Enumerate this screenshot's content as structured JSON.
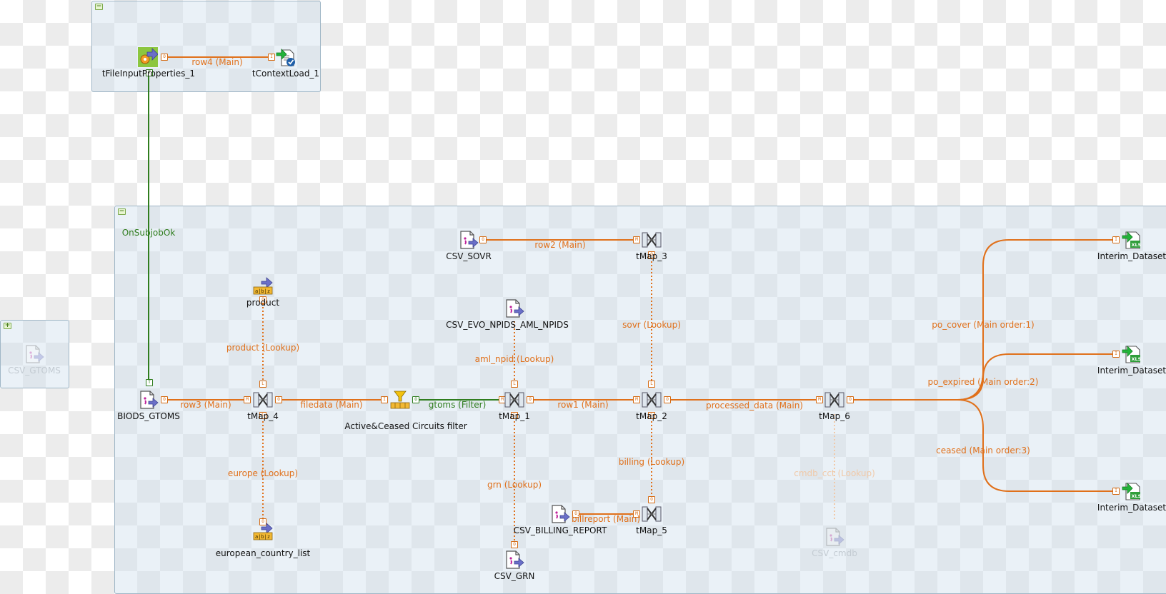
{
  "subjobs": {
    "top": {
      "toggle": "−"
    },
    "main": {
      "toggle": "−"
    },
    "left": {
      "toggle": "+"
    }
  },
  "colors": {
    "main_link": "#e0701a",
    "trigger_link": "#2f7d1e",
    "subjob_border": "#9fb6c6"
  },
  "components": {
    "tFileInputProperties_1": {
      "label": "tFileInputProperties_1",
      "icon": "file-input-properties-icon"
    },
    "tContextLoad_1": {
      "label": "tContextLoad_1",
      "icon": "context-load-icon"
    },
    "CSV_GTOMS": {
      "label": "CSV_GTOMS",
      "icon": "csv-input-icon"
    },
    "BIODS_GTOMS": {
      "label": "BIODS_GTOMS",
      "icon": "csv-input-icon"
    },
    "product": {
      "label": "product",
      "icon": "fixed-flow-input-icon"
    },
    "european_country_list": {
      "label": "european_country_list",
      "icon": "fixed-flow-input-icon"
    },
    "tMap_4": {
      "label": "tMap_4",
      "icon": "tmap-icon"
    },
    "filter": {
      "label": "Active&Ceased Circuits filter",
      "icon": "filter-icon"
    },
    "CSV_SOVR": {
      "label": "CSV_SOVR",
      "icon": "csv-input-icon"
    },
    "CSV_EVO": {
      "label": "CSV_EVO_NPIDS_AML_NPIDS",
      "icon": "csv-input-icon"
    },
    "tMap_1": {
      "label": "tMap_1",
      "icon": "tmap-icon"
    },
    "CSV_GRN": {
      "label": "CSV_GRN",
      "icon": "csv-input-icon"
    },
    "tMap_3": {
      "label": "tMap_3",
      "icon": "tmap-icon"
    },
    "tMap_2": {
      "label": "tMap_2",
      "icon": "tmap-icon"
    },
    "tMap_5": {
      "label": "tMap_5",
      "icon": "tmap-icon"
    },
    "CSV_BILLING_REPORT": {
      "label": "CSV_BILLING_REPORT",
      "icon": "csv-input-icon"
    },
    "tMap_6": {
      "label": "tMap_6",
      "icon": "tmap-icon"
    },
    "CSV_cmdb": {
      "label": "CSV_cmdb",
      "icon": "csv-input-icon"
    },
    "Interim_Dataset_1": {
      "label": "Interim_Dataset",
      "icon": "excel-output-icon"
    },
    "Interim_Dataset_2": {
      "label": "Interim_Dataset",
      "icon": "excel-output-icon"
    },
    "Interim_Dataset_3": {
      "label": "Interim_Dataset",
      "icon": "excel-output-icon"
    }
  },
  "links": {
    "row4": "row4 (Main)",
    "onsubjobok": "OnSubjobOk",
    "row3": "row3 (Main)",
    "product_lookup": "product (Lookup)",
    "europe_lookup": "europe (Lookup)",
    "filedata": "filedata (Main)",
    "gtoms": "gtoms (Filter)",
    "aml_npid": "aml_npid (Lookup)",
    "grn": "grn (Lookup)",
    "row2": "row2 (Main)",
    "row1": "row1 (Main)",
    "sovr": "sovr (Lookup)",
    "billing": "billing (Lookup)",
    "billreport": "billreport (Main)",
    "processed_data": "processed_data (Main)",
    "cmdb_cct": "cmdb_cct (Lookup)",
    "po_cover": "po_cover (Main order:1)",
    "po_expired": "po_expired (Main order:2)",
    "ceased": "ceased (Main order:3)"
  }
}
